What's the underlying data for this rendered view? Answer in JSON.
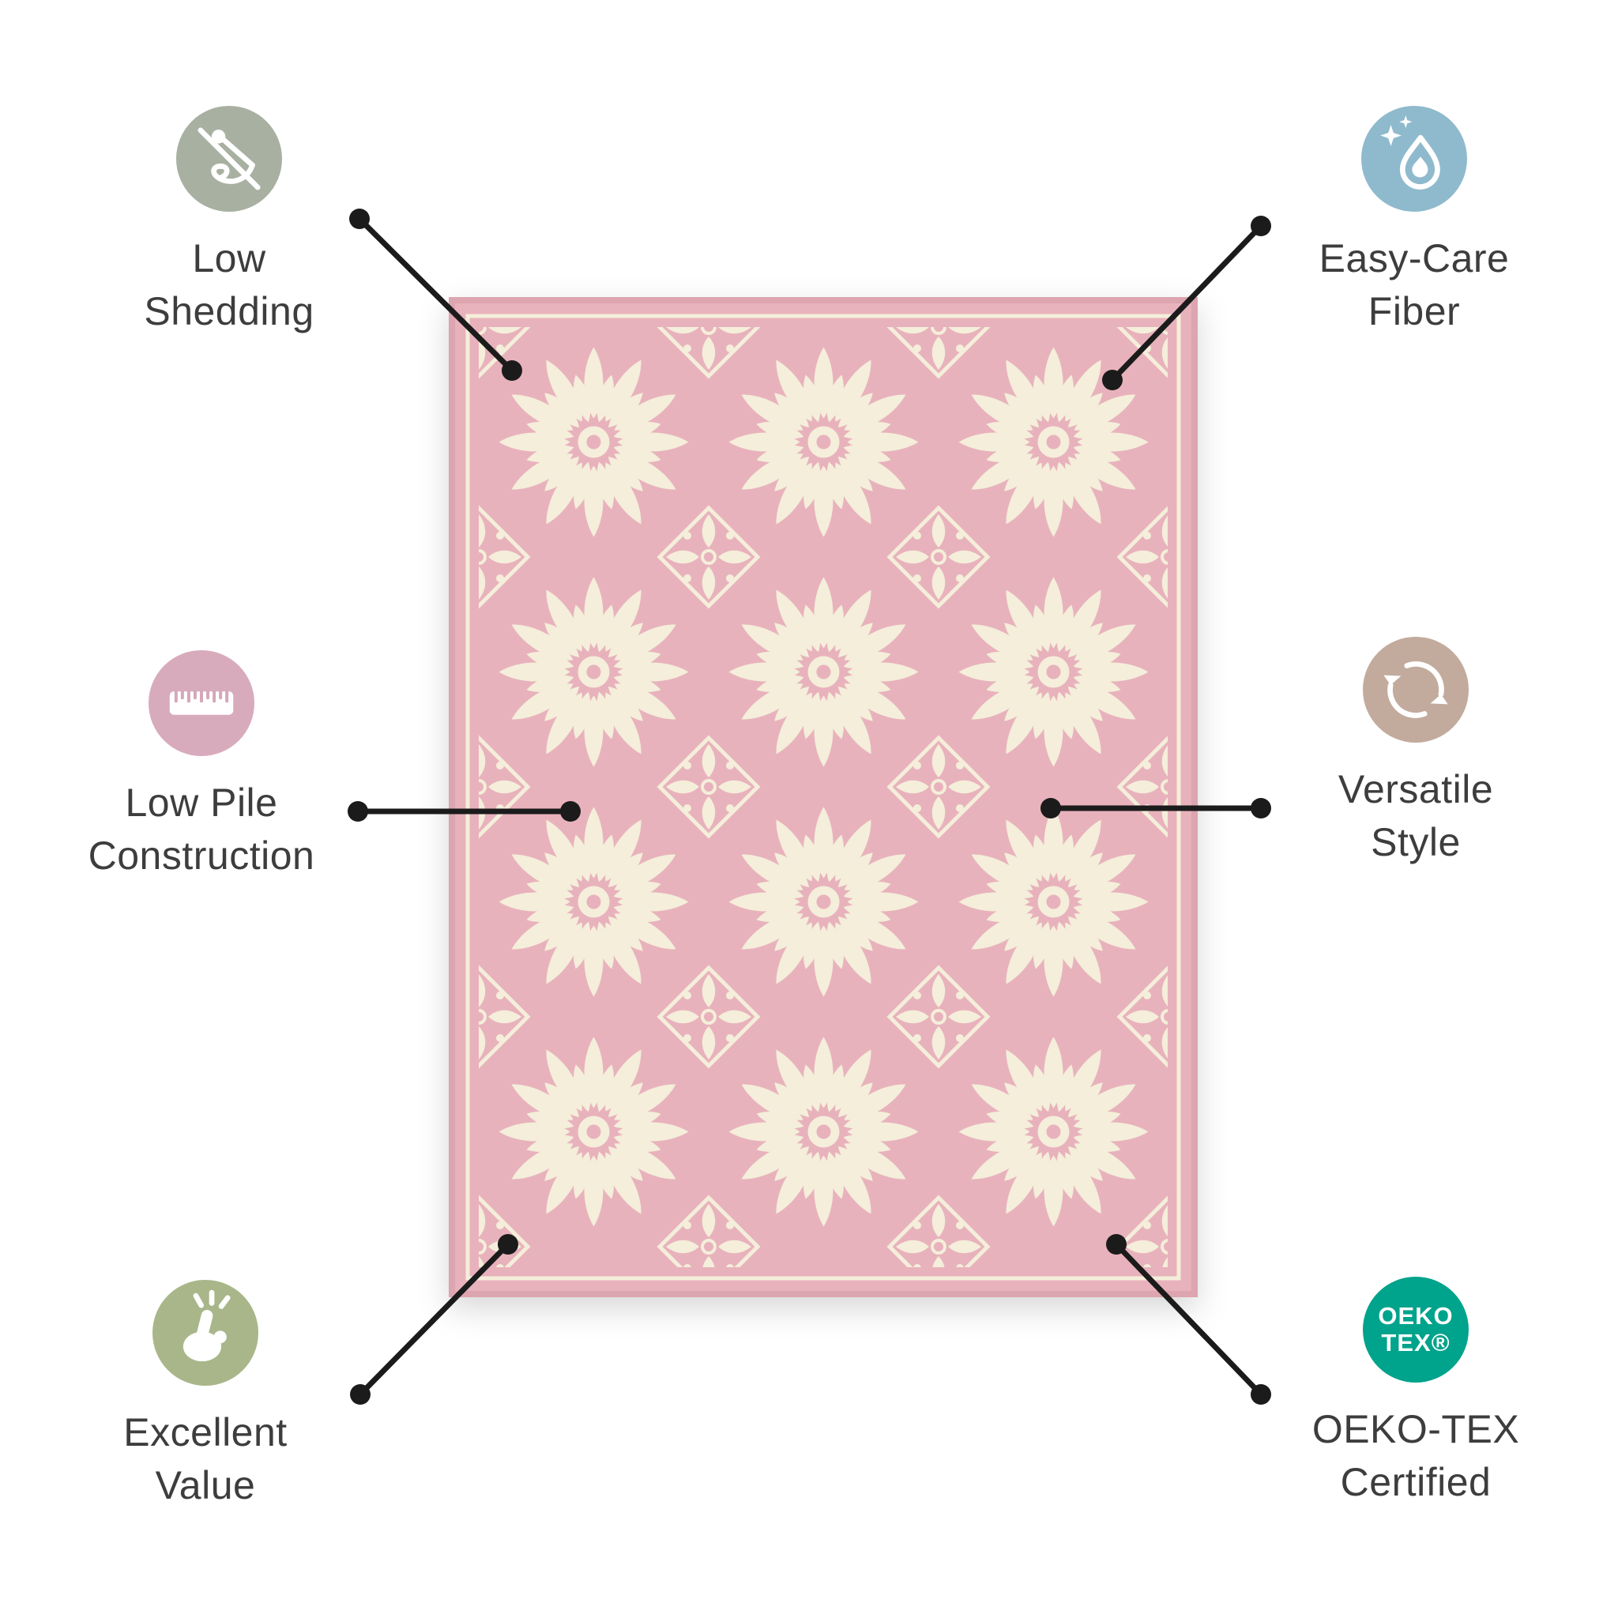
{
  "colors": {
    "page_bg": "#ffffff",
    "text": "#3d3d3d",
    "line": "#1b1b1b",
    "rug_base": "#e8b2bc",
    "rug_pattern": "#f4eeda"
  },
  "rug": {
    "name": "pink-floral-medallion-rug"
  },
  "features": [
    {
      "id": "low-shedding",
      "label_lines": [
        "Low",
        "Shedding"
      ],
      "icon": "needle-thread-crossed-icon",
      "icon_bg": "#a8b0a1"
    },
    {
      "id": "easy-care-fiber",
      "label_lines": [
        "Easy-Care",
        "Fiber"
      ],
      "icon": "water-drop-sparkles-icon",
      "icon_bg": "#8fbacd"
    },
    {
      "id": "low-pile-construction",
      "label_lines": [
        "Low Pile",
        "Construction"
      ],
      "icon": "ruler-icon",
      "icon_bg": "#d8abbc"
    },
    {
      "id": "versatile-style",
      "label_lines": [
        "Versatile",
        "Style"
      ],
      "icon": "rotating-arrows-icon",
      "icon_bg": "#c2ab9d"
    },
    {
      "id": "excellent-value",
      "label_lines": [
        "Excellent",
        "Value"
      ],
      "icon": "snapping-fingers-icon",
      "icon_bg": "#a8b68a"
    },
    {
      "id": "oeko-tex-certified",
      "label_lines": [
        "OEKO-TEX",
        "Certified"
      ],
      "icon": "oeko-tex-badge-icon",
      "icon_bg": "#00a38b",
      "badge_lines": [
        "OEKO",
        "TEX®"
      ]
    }
  ]
}
